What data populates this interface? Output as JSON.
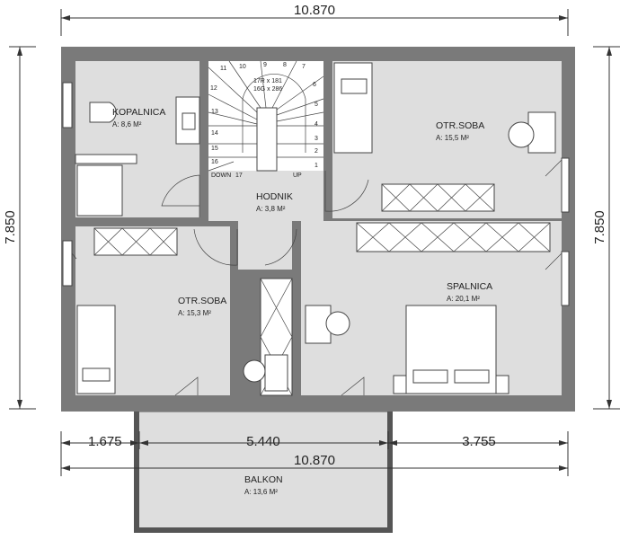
{
  "dimensions": {
    "top_width": "10.870",
    "left_height": "7.850",
    "right_height": "7.850",
    "bottom_segments": [
      "1.675",
      "5.440",
      "3.755"
    ],
    "bottom_total": "10.870"
  },
  "rooms": {
    "kopalnica": {
      "name": "KOPALNICA",
      "area": "A: 8,6 M²"
    },
    "otr_soba_top": {
      "name": "OTR.SOBA",
      "area": "A: 15,5 M²"
    },
    "hodnik": {
      "name": "HODNIK",
      "area": "A: 3,8 M²"
    },
    "otr_soba_left": {
      "name": "OTR.SOBA",
      "area": "A: 15,3 M²"
    },
    "spalnica": {
      "name": "SPALNICA",
      "area": "A: 20,1 M²"
    },
    "balkon": {
      "name": "BALKON",
      "area": "A: 13,6 M²"
    }
  },
  "stairs": {
    "spec_risers": "17R x 181",
    "spec_goings": "16G x 286",
    "up_label": "UP",
    "down_label": "DOWN",
    "steps": [
      "1",
      "2",
      "3",
      "4",
      "5",
      "6",
      "7",
      "8",
      "9",
      "10",
      "11",
      "12",
      "13",
      "14",
      "15",
      "16",
      "17"
    ]
  }
}
